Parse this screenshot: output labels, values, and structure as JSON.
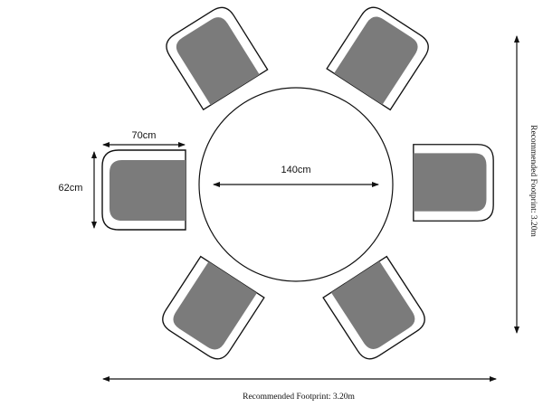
{
  "diagram": {
    "title": "Round dining set layout",
    "chair_count": 6,
    "chair_width_label": "70cm",
    "chair_depth_label": "62cm",
    "table_diameter_label": "140cm",
    "footprint_width_label": "Recommended Footprint: 3.20m",
    "footprint_depth_label": "Recommended Footprint: 3.20m",
    "colors": {
      "line": "#111111",
      "seat": "#7b7b7b",
      "background": "#ffffff"
    }
  }
}
